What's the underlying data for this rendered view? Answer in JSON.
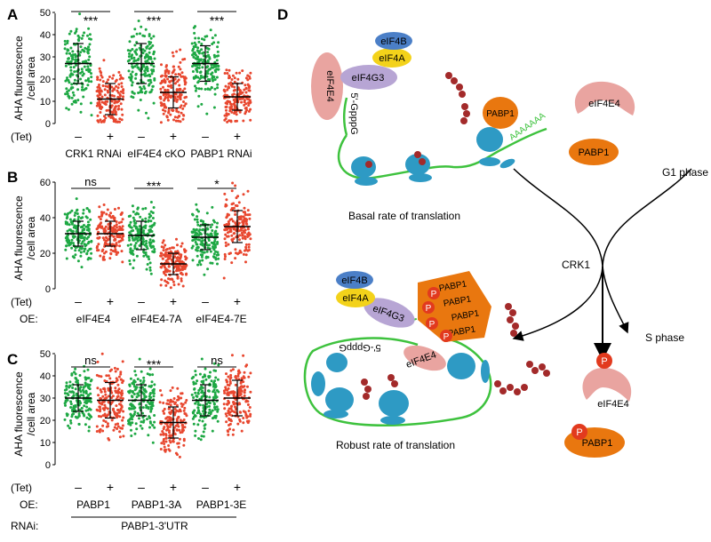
{
  "panel_letters": {
    "a": "A",
    "b": "B",
    "c": "C",
    "d": "D"
  },
  "colors": {
    "green": "#1ea844",
    "red": "#e8472f",
    "black": "#000000"
  },
  "y_axis": {
    "title_line1": "AHA fluorescence",
    "title_line2": "/cell area"
  },
  "scatter_panels": [
    {
      "id": "A",
      "ticks": [
        "0",
        "10",
        "20",
        "30",
        "40",
        "50"
      ],
      "significance": [
        "***",
        "***",
        "***"
      ],
      "tet_label": "(Tet)",
      "signs": [
        "–",
        "+",
        "–",
        "+",
        "–",
        "+"
      ],
      "group_labels": [
        "CRK1 RNAi",
        "eIF4E4 cKO",
        "PABP1 RNAi"
      ]
    },
    {
      "id": "B",
      "ticks": [
        "0",
        "20",
        "40",
        "60"
      ],
      "significance": [
        "ns",
        "***",
        "*"
      ],
      "tet_label": "(Tet)",
      "signs": [
        "–",
        "+",
        "–",
        "+",
        "–",
        "+"
      ],
      "oe_label": "OE:",
      "group_labels": [
        "eIF4E4",
        "eIF4E4-7A",
        "eIF4E4-7E"
      ]
    },
    {
      "id": "C",
      "ticks": [
        "0",
        "10",
        "20",
        "30",
        "40",
        "50"
      ],
      "significance": [
        "ns",
        "***",
        "ns"
      ],
      "tet_label": "(Tet)",
      "signs": [
        "–",
        "+",
        "–",
        "+",
        "–",
        "+"
      ],
      "oe_label": "OE:",
      "group_labels": [
        "PABP1",
        "PABP1-3A",
        "PABP1-3E"
      ],
      "rnai_label": "RNAi:",
      "rnai_group": "PABP1-3'UTR"
    }
  ],
  "chart_data": [
    {
      "type": "scatter",
      "title": "A",
      "ylabel": "AHA fluorescence /cell area",
      "ylim": [
        0,
        50
      ],
      "categories": [
        "CRK1 RNAi –",
        "CRK1 RNAi +",
        "eIF4E4 cKO –",
        "eIF4E4 cKO +",
        "PABP1 RNAi –",
        "PABP1 RNAi +"
      ],
      "series": [
        {
          "values": [
            27,
            11,
            27,
            14,
            27,
            12
          ],
          "sd": [
            9,
            7,
            9,
            7,
            8,
            6
          ],
          "colors": [
            "green",
            "red",
            "green",
            "red",
            "green",
            "red"
          ]
        }
      ]
    },
    {
      "type": "scatter",
      "title": "B",
      "ylabel": "AHA fluorescence /cell area",
      "ylim": [
        0,
        60
      ],
      "categories": [
        "eIF4E4 –",
        "eIF4E4 +",
        "eIF4E4-7A –",
        "eIF4E4-7A +",
        "eIF4E4-7E –",
        "eIF4E4-7E +"
      ],
      "series": [
        {
          "values": [
            31,
            31,
            30,
            14,
            29,
            35
          ],
          "sd": [
            7,
            7,
            8,
            6,
            7,
            9
          ],
          "colors": [
            "green",
            "red",
            "green",
            "red",
            "green",
            "red"
          ]
        }
      ]
    },
    {
      "type": "scatter",
      "title": "C",
      "ylabel": "AHA fluorescence /cell area",
      "ylim": [
        0,
        50
      ],
      "categories": [
        "PABP1 –",
        "PABP1 +",
        "PABP1-3A –",
        "PABP1-3A +",
        "PABP1-3E –",
        "PABP1-3E +"
      ],
      "series": [
        {
          "values": [
            30,
            29,
            29,
            19,
            29,
            30
          ],
          "sd": [
            6,
            8,
            7,
            7,
            7,
            8
          ],
          "colors": [
            "green",
            "red",
            "green",
            "red",
            "green",
            "red"
          ]
        }
      ]
    }
  ],
  "diagram": {
    "top": {
      "eif4b": "eIF4B",
      "eif4a": "eIF4A",
      "eif4g3": "eIF4G3",
      "eif4e4": "eIF4E4",
      "cap": "5'-GpppG",
      "pabp1": "PABP1",
      "polya": "AAAAAAA",
      "caption": "Basal rate of translation"
    },
    "free": {
      "eif4e4": "eIF4E4",
      "pabp1": "PABP1"
    },
    "cycle": {
      "g1": "G1 phase",
      "crk1": "CRK1",
      "s": "S phase"
    },
    "bottom": {
      "eif4b": "eIF4B",
      "eif4a": "eIF4A",
      "eif4g3": "eIF4G3",
      "eif4e4": "eIF4E4",
      "cap": "5'-GpppG",
      "p": "P",
      "pabp1_a": "PABP1",
      "pabp1_b": "PABP1",
      "pabp1_c": "PABP1",
      "pabp1_d": "PABP1",
      "caption": "Robust rate of translation"
    },
    "phospho": {
      "eif4e4": "eIF4E4",
      "pabp1": "PABP1",
      "p": "P"
    }
  }
}
